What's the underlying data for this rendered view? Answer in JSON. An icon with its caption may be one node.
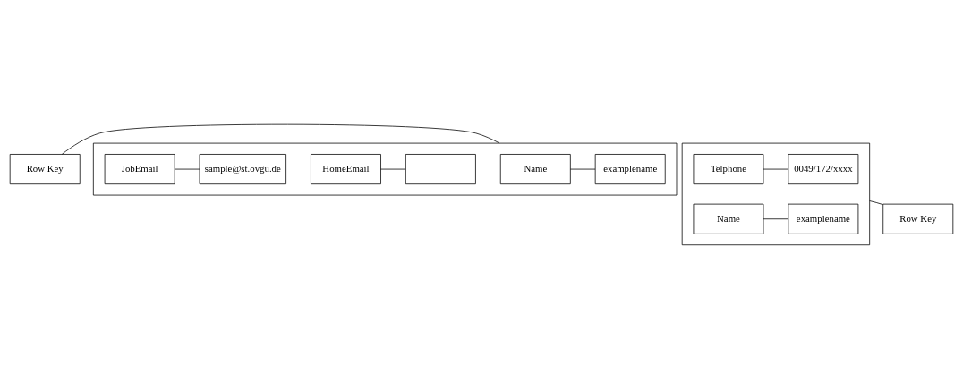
{
  "diagram": {
    "nodes": [
      {
        "text": [
          "Row Key"
        ]
      },
      {
        "text": [],
        "shape": "box"
      },
      {
        "text": [
          "Name"
        ],
        "in": 1
      },
      {
        "text": [
          "HomeEmail"
        ],
        "in": 1
      },
      {
        "text": [
          "JobEmail"
        ],
        "in": 1
      },
      {
        "text": [
          "examplename"
        ],
        "in": 1
      },
      {
        "text": [],
        "shape": "box",
        "in": 1
      },
      {
        "text": [
          "sample@st.ovgu.de"
        ],
        "in": 1
      },
      {
        "text": [
          "Row Key"
        ]
      },
      {
        "text": [],
        "shape": "box"
      },
      {
        "text": [
          "Name"
        ],
        "in": 9
      },
      {
        "text": [
          "Telphone"
        ],
        "in": 9
      },
      {
        "text": [
          "examplename"
        ],
        "in": 9
      },
      {
        "text": [
          "0049/172/xxxx"
        ],
        "in": 9
      }
    ],
    "edges": [
      {
        "from": 0,
        "to": 1,
        "arrow": "none"
      },
      {
        "from": 2,
        "to": 5,
        "arrow": "none"
      },
      {
        "from": 3,
        "to": 6,
        "arrow": "none"
      },
      {
        "from": 4,
        "to": 7,
        "arrow": "none"
      },
      {
        "from": 8,
        "to": 9,
        "arrow": "none"
      },
      {
        "from": 10,
        "to": 12,
        "arrow": "none"
      },
      {
        "from": 11,
        "to": 13,
        "arrow": "none"
      }
    ]
  }
}
